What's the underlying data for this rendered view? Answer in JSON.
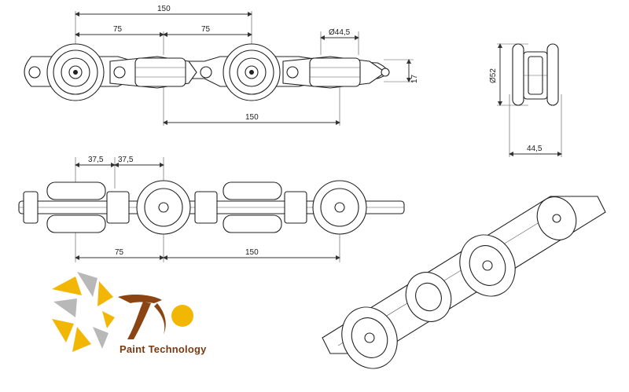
{
  "brand": {
    "name": "Paint Technology",
    "colors": {
      "yellow": "#F2B705",
      "brown": "#8B4513",
      "gray": "#B8B8B8"
    }
  },
  "dimensions": {
    "top_total": "150",
    "top_half_a": "75",
    "top_half_b": "75",
    "wheel_dia": "Ø44,5",
    "height": "17",
    "bottom_pitch": "150",
    "side_dia": "Ø52",
    "side_width": "44,5",
    "mid_a": "37,5",
    "mid_b": "37,5",
    "mid_left": "75",
    "mid_right": "150"
  }
}
